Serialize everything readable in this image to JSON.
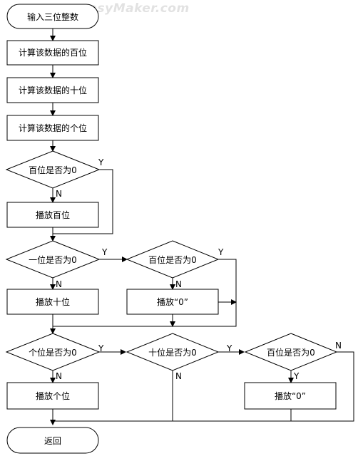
{
  "watermark": "www.easyMaker.com",
  "flowchart": {
    "start": "输入三位整数",
    "step_hundreds": "计算该数据的百位",
    "step_tens": "计算该数据的十位",
    "step_units": "计算该数据的个位",
    "decision_hundreds_zero": "百位是否为0",
    "play_hundreds": "播放百位",
    "decision_tens_zero": "一位是否为0",
    "decision_tens_hundreds_zero": "百位是否为0",
    "play_tens": "播放十位",
    "play_zero_1": "播放“0”",
    "decision_units_zero": "个位是否为0",
    "decision_units_tens_zero": "十位是否为0",
    "decision_units_hundreds_zero": "百位是否为0",
    "play_units": "播放个位",
    "play_zero_2": "播放“0”",
    "end": "返回"
  },
  "edge_labels": {
    "yes": "Y",
    "no": "N"
  }
}
